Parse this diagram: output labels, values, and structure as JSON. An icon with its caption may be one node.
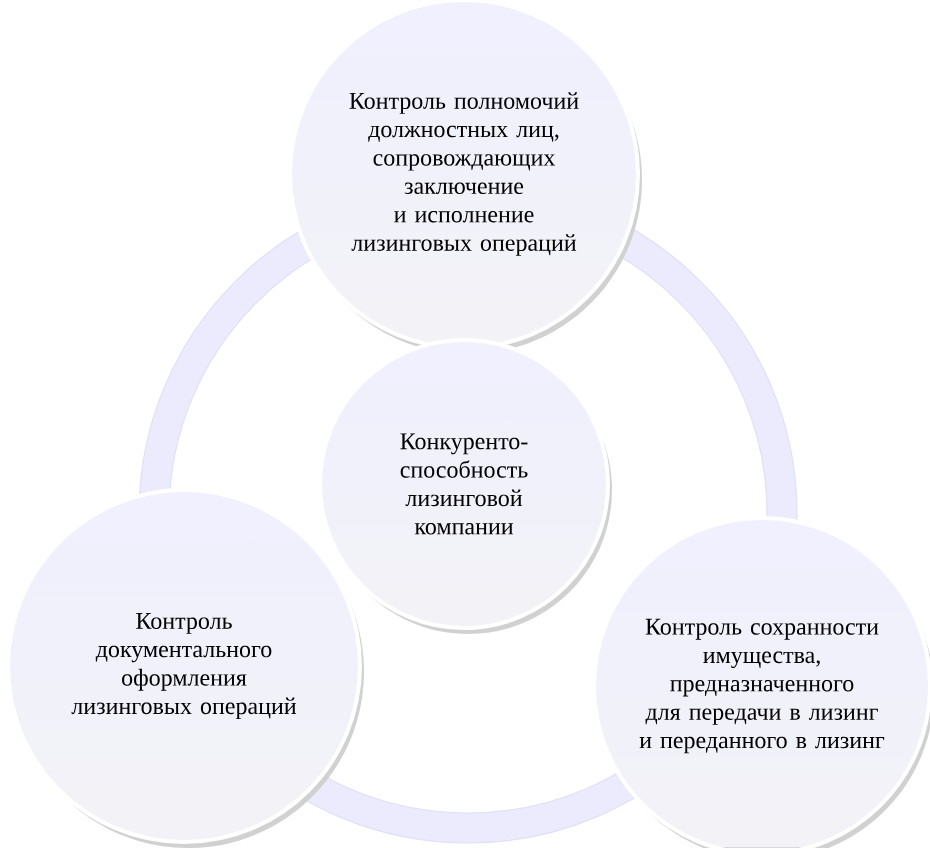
{
  "diagram": {
    "nodes": [
      {
        "text": [
          "Контроль полномочий должностных лиц, сопровождающих заключение и исполнение лизинговых операций"
        ]
      },
      {
        "text": [
          "Конкуренто-способность лизинговой компании"
        ]
      },
      {
        "text": [
          "Контроль документального оформления лизинговых операций"
        ]
      },
      {
        "text": [
          "Контроль сохранности имущества, предназначенного для передачи в лизинг и переданного в лизинг"
        ]
      }
    ]
  }
}
